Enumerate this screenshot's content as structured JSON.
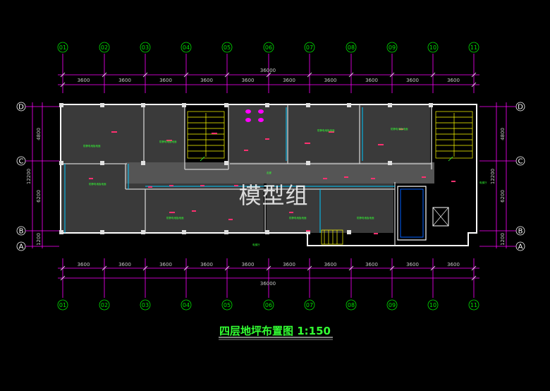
{
  "drawing": {
    "title": "四层地坪布置图 1:150",
    "watermark": "模型组",
    "top_axes": [
      "01",
      "02",
      "03",
      "04",
      "05",
      "06",
      "07",
      "08",
      "09",
      "10",
      "11"
    ],
    "bottom_axes": [
      "01",
      "02",
      "03",
      "04",
      "05",
      "06",
      "07",
      "08",
      "09",
      "10",
      "11"
    ],
    "span_labels": [
      "3600",
      "3600",
      "3600",
      "3600",
      "3600",
      "3600",
      "3600",
      "3600",
      "3600",
      "3600"
    ],
    "total_length": "36000",
    "left_row_axes": [
      "D",
      "C",
      "B",
      "A"
    ],
    "right_row_axes": [
      "D",
      "C",
      "B",
      "A"
    ],
    "vertical_dims": [
      "4800",
      "6200",
      "1200",
      "12200"
    ],
    "colors": {
      "background": "#000000",
      "grid_line": "#ff00ff",
      "wall": "#ffffff",
      "room_fill": "#3a3a3a",
      "text_green": "#33ff33",
      "tag_red": "#ff3070",
      "stair": "#ffff00",
      "cyan": "#00c8ff"
    },
    "room_labels": [
      "防静电地板地面",
      "防静电地板地面",
      "防静电地板地面",
      "防静电地板地面",
      "防静电地板地面",
      "防静电地板地面",
      "防静电地板地面",
      "防静电地板地面",
      "走廊",
      "电梯厅",
      "电梯厅"
    ],
    "icons": [
      "compass-north-icon"
    ]
  }
}
